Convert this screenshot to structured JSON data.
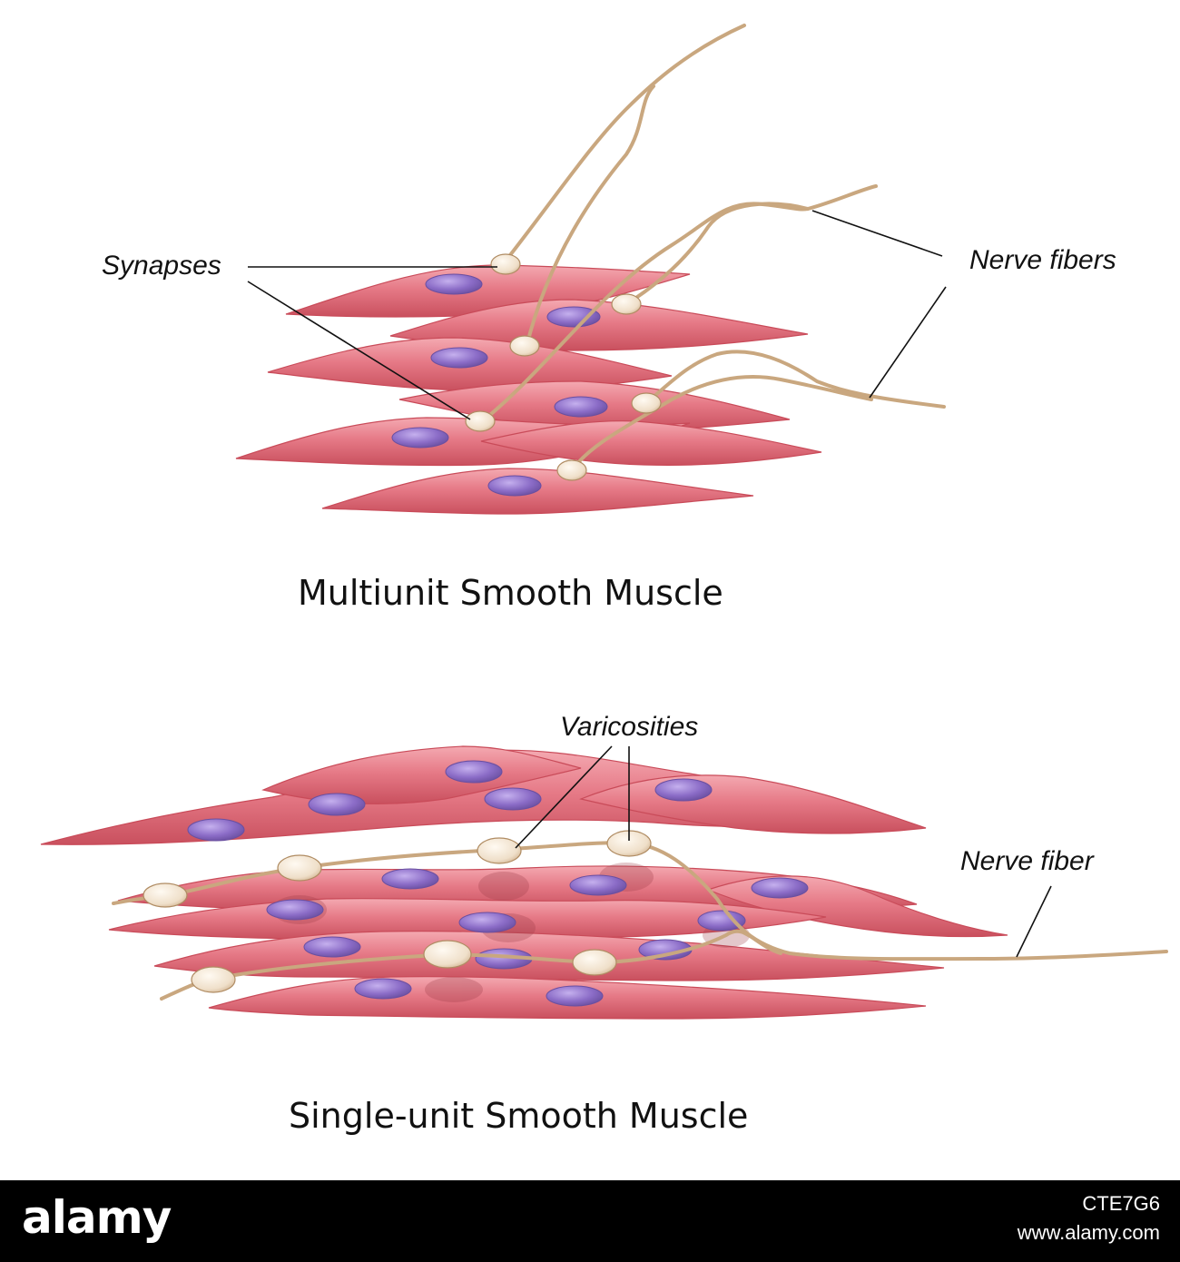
{
  "diagram": {
    "top_title": "Multiunit Smooth Muscle",
    "bottom_title": "Single-unit Smooth Muscle",
    "labels": {
      "synapses": "Synapses",
      "nerve_fibers": "Nerve fibers",
      "varicosities": "Varicosities",
      "nerve_fiber": "Nerve fiber"
    }
  },
  "colors": {
    "cell_fill": "#e06f7c",
    "cell_highlight": "#f7c3c8",
    "nucleus": "#8b6cc7",
    "nerve": "#c9a77f",
    "synapse": "#f0e2cf",
    "footer_bg": "#000000"
  },
  "footer": {
    "brand": "alamy",
    "image_id": "CTE7G6",
    "site": "www.alamy.com"
  }
}
